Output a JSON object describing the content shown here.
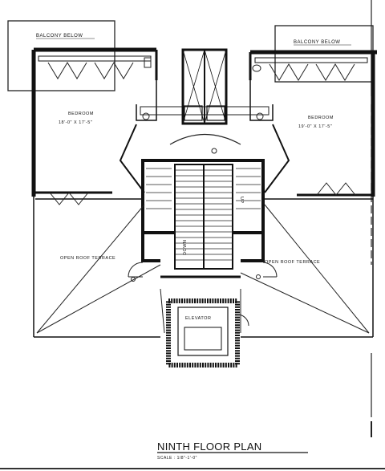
{
  "plan": {
    "title": "NINTH FLOOR PLAN",
    "scale": "SCALE : 1/8\"-1'-0\"",
    "balcony_left": "BALCONY BELOW",
    "balcony_right": "BALCONY BELOW",
    "bedroom_left": {
      "name": "BEDROOM",
      "size": "18'-0\" X 17'-5\""
    },
    "bedroom_right": {
      "name": "BEDROOM",
      "size": "19'-0\" X 17'-5\""
    },
    "terrace_left": "OPEN ROOF TERRACE",
    "terrace_right": "OPEN ROOF TERRACE",
    "elevator": "ELEVATOR",
    "stair_up": "UP",
    "stair_down": "DOWN"
  }
}
